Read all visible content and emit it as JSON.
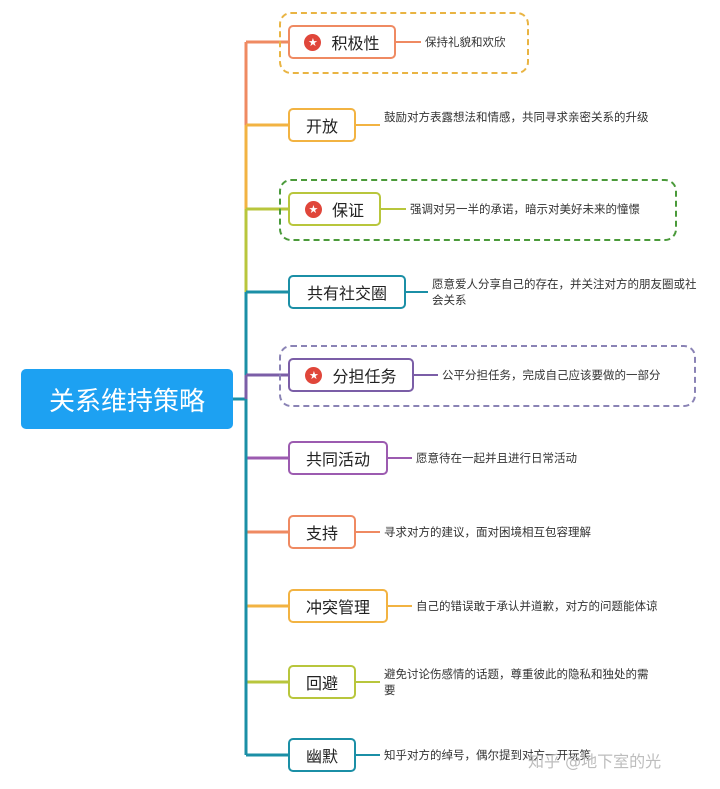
{
  "root": {
    "label": "关系维持策略"
  },
  "branches": [
    {
      "label": "积极性",
      "desc": "保持礼貌和欢欣",
      "color": "#ef8a62",
      "starred": true,
      "highlight": "#e9b443"
    },
    {
      "label": "开放",
      "desc": "鼓励对方表露想法和情感，共同寻求亲密关系的升级",
      "color": "#f2b342",
      "starred": false
    },
    {
      "label": "保证",
      "desc": "强调对另一半的承诺，暗示对美好未来的憧憬",
      "color": "#b8c63c",
      "starred": true,
      "highlight": "#4a9a3a"
    },
    {
      "label": "共有社交圈",
      "desc": "愿意爱人分享自己的存在，并关注对方的朋友圈或社会关系",
      "color": "#1b8fa6",
      "starred": false
    },
    {
      "label": "分担任务",
      "desc": "公平分担任务，完成自己应该要做的一部分",
      "color": "#7b5ea7",
      "starred": true,
      "highlight": "#8a83b5"
    },
    {
      "label": "共同活动",
      "desc": "愿意待在一起并且进行日常活动",
      "color": "#9c5bb0",
      "starred": false
    },
    {
      "label": "支持",
      "desc": "寻求对方的建议，面对困境相互包容理解",
      "color": "#ef8a62",
      "starred": false
    },
    {
      "label": "冲突管理",
      "desc": "自己的错误敢于承认并道歉，对方的问题能体谅",
      "color": "#f2b342",
      "starred": false
    },
    {
      "label": "回避",
      "desc": "避免讨论伤感情的话题，尊重彼此的隐私和独处的需要",
      "color": "#b8c63c",
      "starred": false
    },
    {
      "label": "幽默",
      "desc": "知乎对方的绰号，偶尔提到对方一开玩笑",
      "color": "#1b8fa6",
      "starred": false
    }
  ],
  "watermark": "知乎 @地下室的光"
}
